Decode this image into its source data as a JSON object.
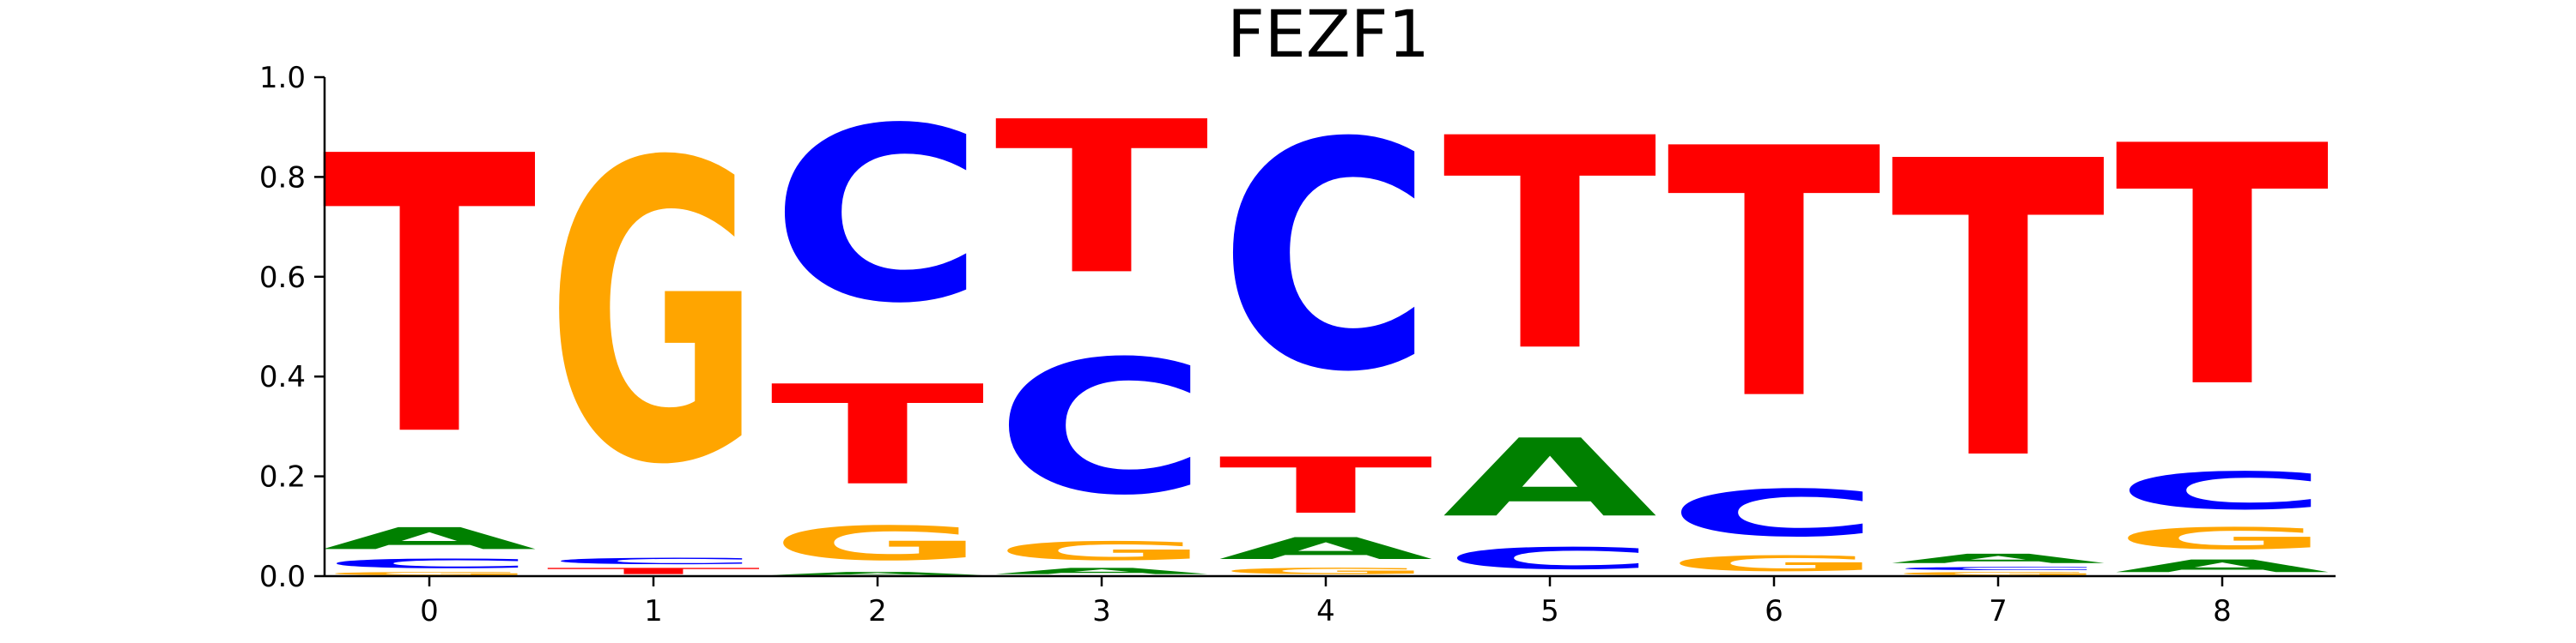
{
  "chart_data": {
    "type": "sequence-logo",
    "title": "FEZF1",
    "xlabel": "",
    "ylabel": "",
    "ylim": [
      0,
      1.0
    ],
    "yticks": [
      "0.0",
      "0.2",
      "0.4",
      "0.6",
      "0.8",
      "1.0"
    ],
    "positions": [
      "0",
      "1",
      "2",
      "3",
      "4",
      "5",
      "6",
      "7",
      "8"
    ],
    "colors": {
      "A": "#008000",
      "C": "#0000ff",
      "G": "#ffa500",
      "T": "#ff0000"
    },
    "stacks": [
      [
        {
          "base": "G",
          "value": 0.01
        },
        {
          "base": "C",
          "value": 0.03
        },
        {
          "base": "A",
          "value": 0.07
        },
        {
          "base": "T",
          "value": 0.89
        }
      ],
      [
        {
          "base": "T",
          "value": 0.02
        },
        {
          "base": "C",
          "value": 0.02
        },
        {
          "base": "G",
          "value": 0.96
        }
      ],
      [
        {
          "base": "A",
          "value": 0.01
        },
        {
          "base": "G",
          "value": 0.11
        },
        {
          "base": "T",
          "value": 0.32
        },
        {
          "base": "C",
          "value": 0.56
        }
      ],
      [
        {
          "base": "A",
          "value": 0.02
        },
        {
          "base": "G",
          "value": 0.06
        },
        {
          "base": "C",
          "value": 0.43
        },
        {
          "base": "T",
          "value": 0.49
        }
      ],
      [
        {
          "base": "G",
          "value": 0.02
        },
        {
          "base": "A",
          "value": 0.07
        },
        {
          "base": "T",
          "value": 0.18
        },
        {
          "base": "C",
          "value": 0.73
        }
      ],
      [
        {
          "base": "C",
          "value": 0.07
        },
        {
          "base": "A",
          "value": 0.25
        },
        {
          "base": "T",
          "value": 0.68
        }
      ],
      [
        {
          "base": "G",
          "value": 0.05
        },
        {
          "base": "C",
          "value": 0.15
        },
        {
          "base": "T",
          "value": 0.8
        }
      ],
      [
        {
          "base": "G",
          "value": 0.01
        },
        {
          "base": "C",
          "value": 0.01
        },
        {
          "base": "A",
          "value": 0.03
        },
        {
          "base": "T",
          "value": 0.95
        }
      ],
      [
        {
          "base": "A",
          "value": 0.04
        },
        {
          "base": "G",
          "value": 0.07
        },
        {
          "base": "C",
          "value": 0.12
        },
        {
          "base": "T",
          "value": 0.77
        }
      ]
    ]
  }
}
